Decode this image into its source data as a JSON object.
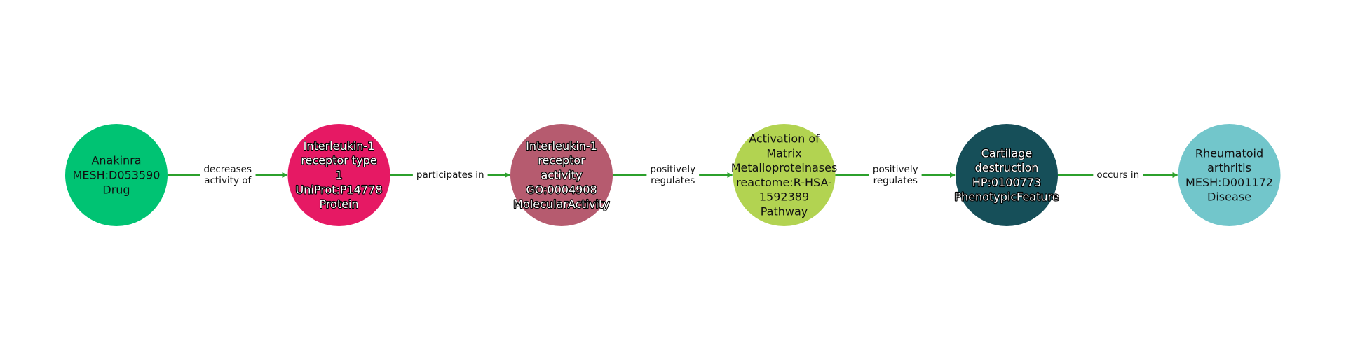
{
  "diagram": {
    "type": "knowledge-graph-path",
    "edge_color": "#2ca02c",
    "nodes": [
      {
        "id": "n1",
        "lines": [
          "Anakinra",
          "MESH:D053590",
          "Drug"
        ],
        "name": "Anakinra",
        "identifier": "MESH:D053590",
        "category": "Drug",
        "color": "#00c373",
        "text_style": "dark"
      },
      {
        "id": "n2",
        "lines": [
          "Interleukin-1",
          "receptor type",
          "1",
          "UniProt:P14778",
          "Protein"
        ],
        "name": "Interleukin-1 receptor type 1",
        "identifier": "UniProt:P14778",
        "category": "Protein",
        "color": "#e61964",
        "text_style": "light"
      },
      {
        "id": "n3",
        "lines": [
          "Interleukin-1",
          "receptor",
          "activity",
          "GO:0004908",
          "MolecularActivity"
        ],
        "name": "Interleukin-1 receptor activity",
        "identifier": "GO:0004908",
        "category": "MolecularActivity",
        "color": "#b65b6f",
        "text_style": "light"
      },
      {
        "id": "n4",
        "lines": [
          "Activation of",
          "Matrix",
          "Metalloproteinases",
          "reactome:R-HSA-",
          "1592389",
          "Pathway"
        ],
        "name": "Activation of Matrix Metalloproteinases",
        "identifier": "reactome:R-HSA-1592389",
        "category": "Pathway",
        "color": "#b2d351",
        "text_style": "dark"
      },
      {
        "id": "n5",
        "lines": [
          "Cartilage",
          "destruction",
          "HP:0100773",
          "PhenotypicFeature"
        ],
        "name": "Cartilage destruction",
        "identifier": "HP:0100773",
        "category": "PhenotypicFeature",
        "color": "#164f59",
        "text_style": "light"
      },
      {
        "id": "n6",
        "lines": [
          "Rheumatoid",
          "arthritis",
          "MESH:D001172",
          "Disease"
        ],
        "name": "Rheumatoid arthritis",
        "identifier": "MESH:D001172",
        "category": "Disease",
        "color": "#72c6cb",
        "text_style": "dark"
      }
    ],
    "edges": [
      {
        "source": "n1",
        "target": "n2",
        "lines": [
          "decreases",
          "activity of"
        ]
      },
      {
        "source": "n2",
        "target": "n3",
        "lines": [
          "participates in"
        ]
      },
      {
        "source": "n3",
        "target": "n4",
        "lines": [
          "positively",
          "regulates"
        ]
      },
      {
        "source": "n4",
        "target": "n5",
        "lines": [
          "positively",
          "regulates"
        ]
      },
      {
        "source": "n5",
        "target": "n6",
        "lines": [
          "occurs in"
        ]
      }
    ]
  }
}
